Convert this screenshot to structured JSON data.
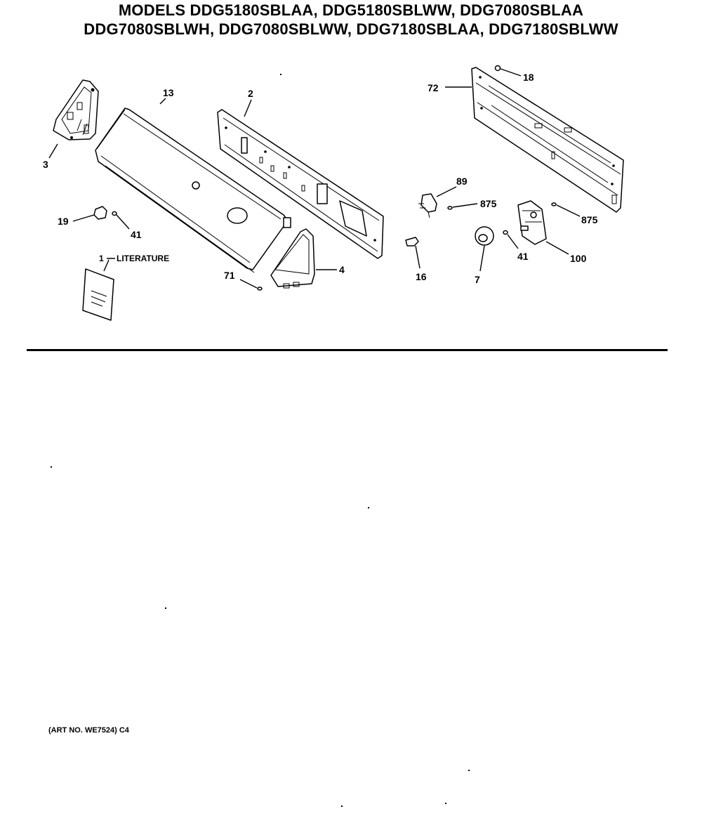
{
  "header": {
    "title_line1": "MODELS DDG5180SBLAA, DDG5180SBLWW, DDG7080SBLAA",
    "title_line2": "DDG7080SBLWH, DDG7080SBLWW, DDG7180SBLAA, DDG7180SBLWW"
  },
  "callouts": {
    "p1": "1",
    "literature": "LITERATURE",
    "p2": "2",
    "p3": "3",
    "p4": "4",
    "p7": "7",
    "p13": "13",
    "p16": "16",
    "p18": "18",
    "p19": "19",
    "p41a": "41",
    "p41b": "41",
    "p71": "71",
    "p72": "72",
    "p89": "89",
    "p100": "100",
    "p875a": "875",
    "p875b": "875"
  },
  "footer": {
    "art_no": "(ART NO. WE7524) C4"
  }
}
